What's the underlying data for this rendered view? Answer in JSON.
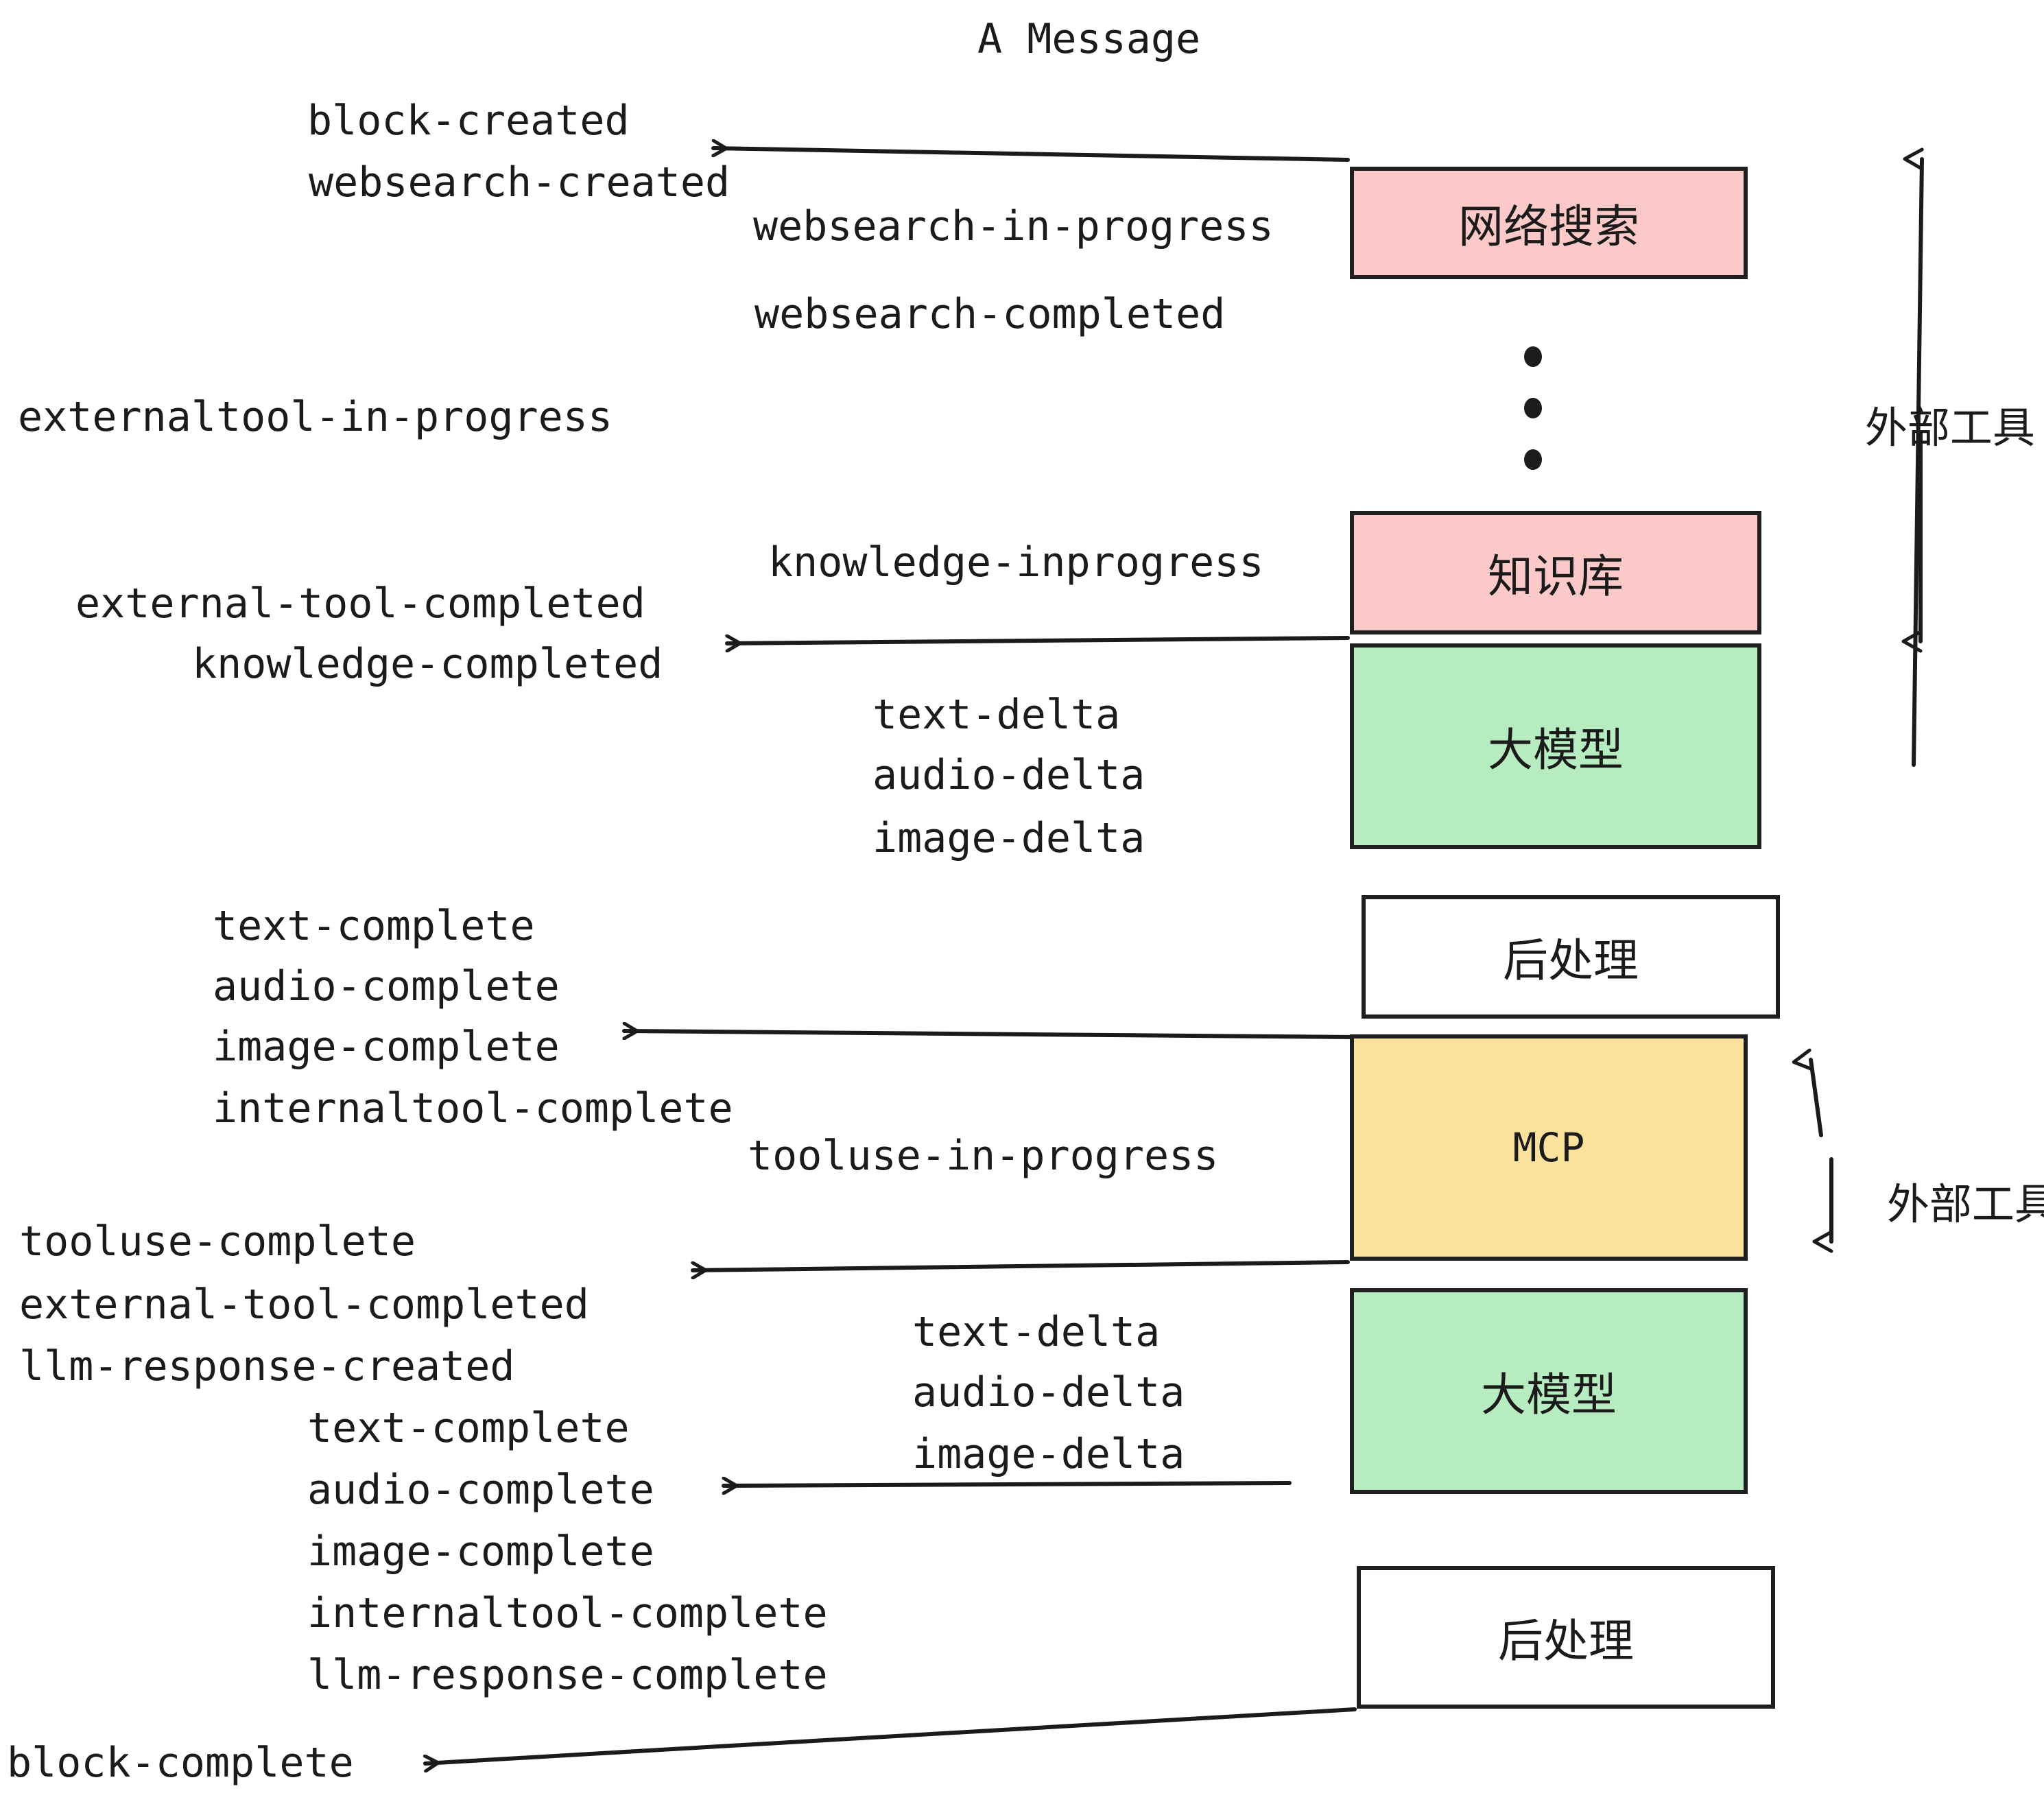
{
  "diagram": {
    "title": "A Message",
    "colors": {
      "stroke": "#1f1f1f",
      "text": "#1b1b1b",
      "background": "#ffffff",
      "pink": "#fbc9c7",
      "green": "#b6ecc0",
      "yellow": "#fae29c",
      "white": "#ffffff"
    }
  },
  "nodes": [
    {
      "id": "websearch",
      "label": "网络搜索",
      "fill": "#fbc9c7"
    },
    {
      "id": "knowledgebase",
      "label": "知识库",
      "fill": "#fbc9c7"
    },
    {
      "id": "llm-1",
      "label": "大模型",
      "fill": "#b6ecc0"
    },
    {
      "id": "postprocess-1",
      "label": "后处理",
      "fill": "#ffffff"
    },
    {
      "id": "mcp",
      "label": "MCP",
      "fill": "#fae29c"
    },
    {
      "id": "llm-2",
      "label": "大模型",
      "fill": "#b6ecc0"
    },
    {
      "id": "postprocess-2",
      "label": "后处理",
      "fill": "#ffffff"
    }
  ],
  "side_labels": [
    {
      "id": "external-tool-top",
      "label": "外部工具"
    },
    {
      "id": "external-tool-bottom",
      "label": "外部工具"
    }
  ],
  "events": [
    {
      "id": "block-created",
      "text": "block-created"
    },
    {
      "id": "websearch-created",
      "text": "websearch-created"
    },
    {
      "id": "websearch-in-progress",
      "text": "websearch-in-progress"
    },
    {
      "id": "websearch-completed",
      "text": "websearch-completed"
    },
    {
      "id": "externaltool-in-progress",
      "text": "externaltool-in-progress"
    },
    {
      "id": "knowledge-inprogress",
      "text": "knowledge-inprogress"
    },
    {
      "id": "external-tool-completed-1",
      "text": "external-tool-completed"
    },
    {
      "id": "knowledge-completed",
      "text": "knowledge-completed"
    },
    {
      "id": "text-delta-1",
      "text": "text-delta"
    },
    {
      "id": "audio-delta-1",
      "text": "audio-delta"
    },
    {
      "id": "image-delta-1",
      "text": "image-delta"
    },
    {
      "id": "text-complete-1",
      "text": "text-complete"
    },
    {
      "id": "audio-complete-1",
      "text": "audio-complete"
    },
    {
      "id": "image-complete-1",
      "text": "image-complete"
    },
    {
      "id": "internaltool-complete-1",
      "text": "internaltool-complete"
    },
    {
      "id": "tooluse-in-progress",
      "text": "tooluse-in-progress"
    },
    {
      "id": "tooluse-complete",
      "text": "tooluse-complete"
    },
    {
      "id": "external-tool-completed-2",
      "text": "external-tool-completed"
    },
    {
      "id": "llm-response-created",
      "text": "llm-response-created"
    },
    {
      "id": "text-delta-2",
      "text": "text-delta"
    },
    {
      "id": "audio-delta-2",
      "text": "audio-delta"
    },
    {
      "id": "image-delta-2",
      "text": "image-delta"
    },
    {
      "id": "text-complete-2",
      "text": "text-complete"
    },
    {
      "id": "audio-complete-2",
      "text": "audio-complete"
    },
    {
      "id": "image-complete-2",
      "text": "image-complete"
    },
    {
      "id": "internaltool-complete-2",
      "text": "internaltool-complete"
    },
    {
      "id": "llm-response-complete",
      "text": "llm-response-complete"
    },
    {
      "id": "block-complete",
      "text": "block-complete"
    }
  ]
}
